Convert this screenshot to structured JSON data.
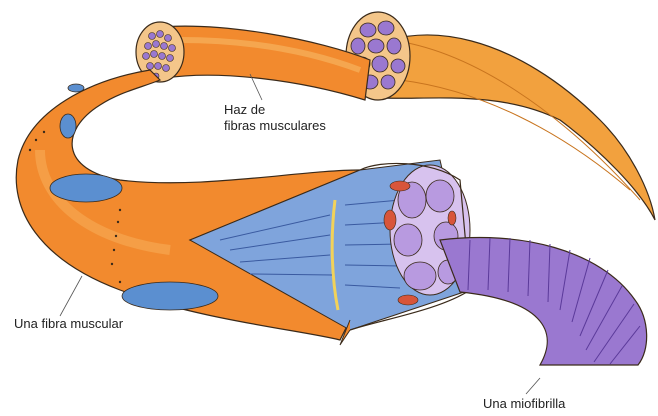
{
  "labels": {
    "bundle_line1": "Haz de",
    "bundle_line2": "fibras musculares",
    "fiber": "Una fibra muscular",
    "myofibril": "Una miofibrilla"
  },
  "colors": {
    "fiber_orange": "#f28a2e",
    "fiber_light": "#f7b25e",
    "nucleus_blue": "#5b8fd0",
    "myofibril_purple": "#9a78d0",
    "interior_blue": "#7fa4dc",
    "outline": "#3a2a1a"
  }
}
